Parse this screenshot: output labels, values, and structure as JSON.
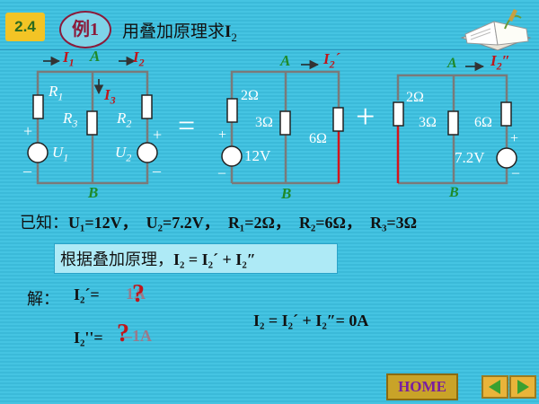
{
  "header": {
    "section": "2.4",
    "example": "例1",
    "title_text": "用叠加原理求",
    "title_var": "I",
    "title_sub": "2"
  },
  "circuit": {
    "left": {
      "I1": "I",
      "I1_sub": "1",
      "A": "A",
      "I2": "I",
      "I2_sub": "2",
      "I3": "I",
      "I3_sub": "3",
      "R1": "R",
      "R1_sub": "1",
      "R3": "R",
      "R3_sub": "3",
      "R2": "R",
      "R2_sub": "2",
      "U1": "U",
      "U1_sub": "1",
      "U2": "U",
      "U2_sub": "2",
      "B": "B",
      "plus": "+",
      "minus": "–"
    },
    "equals": "=",
    "plus_sign": "+",
    "mid": {
      "A": "A",
      "I": "I",
      "I_sub": "2",
      "I_prime": "´",
      "r1": "2Ω",
      "r3": "3Ω",
      "r2": "6Ω",
      "v": "12V",
      "B": "B"
    },
    "right": {
      "A": "A",
      "I": "I",
      "I_sub": "2",
      "I_prime": "″",
      "r1": "2Ω",
      "r3": "3Ω",
      "r2": "6Ω",
      "v": "7.2V",
      "B": "B"
    }
  },
  "known": {
    "label": "已知：",
    "items": [
      "U₁=12V，",
      "U₂=7.2V，",
      "R₁=2Ω，",
      "R₂=6Ω，",
      "R₃=3Ω"
    ]
  },
  "principle": {
    "label": "根据叠加原理，",
    "formula": "I₂ = I₂´ + I₂″"
  },
  "solution": {
    "label": "解：",
    "eq1": "I₂´=",
    "ans1": "1A",
    "q": "?",
    "eq2": "I₂''=",
    "ans2": "–1A",
    "result": "I₂ = I₂´ + I₂″=   0A"
  },
  "nav": {
    "home": "HOME"
  },
  "colors": {
    "background": "#3fc0df",
    "accent_red": "#c0161b",
    "label_green": "#1e8a2a",
    "wire": "#7a7a7a"
  }
}
